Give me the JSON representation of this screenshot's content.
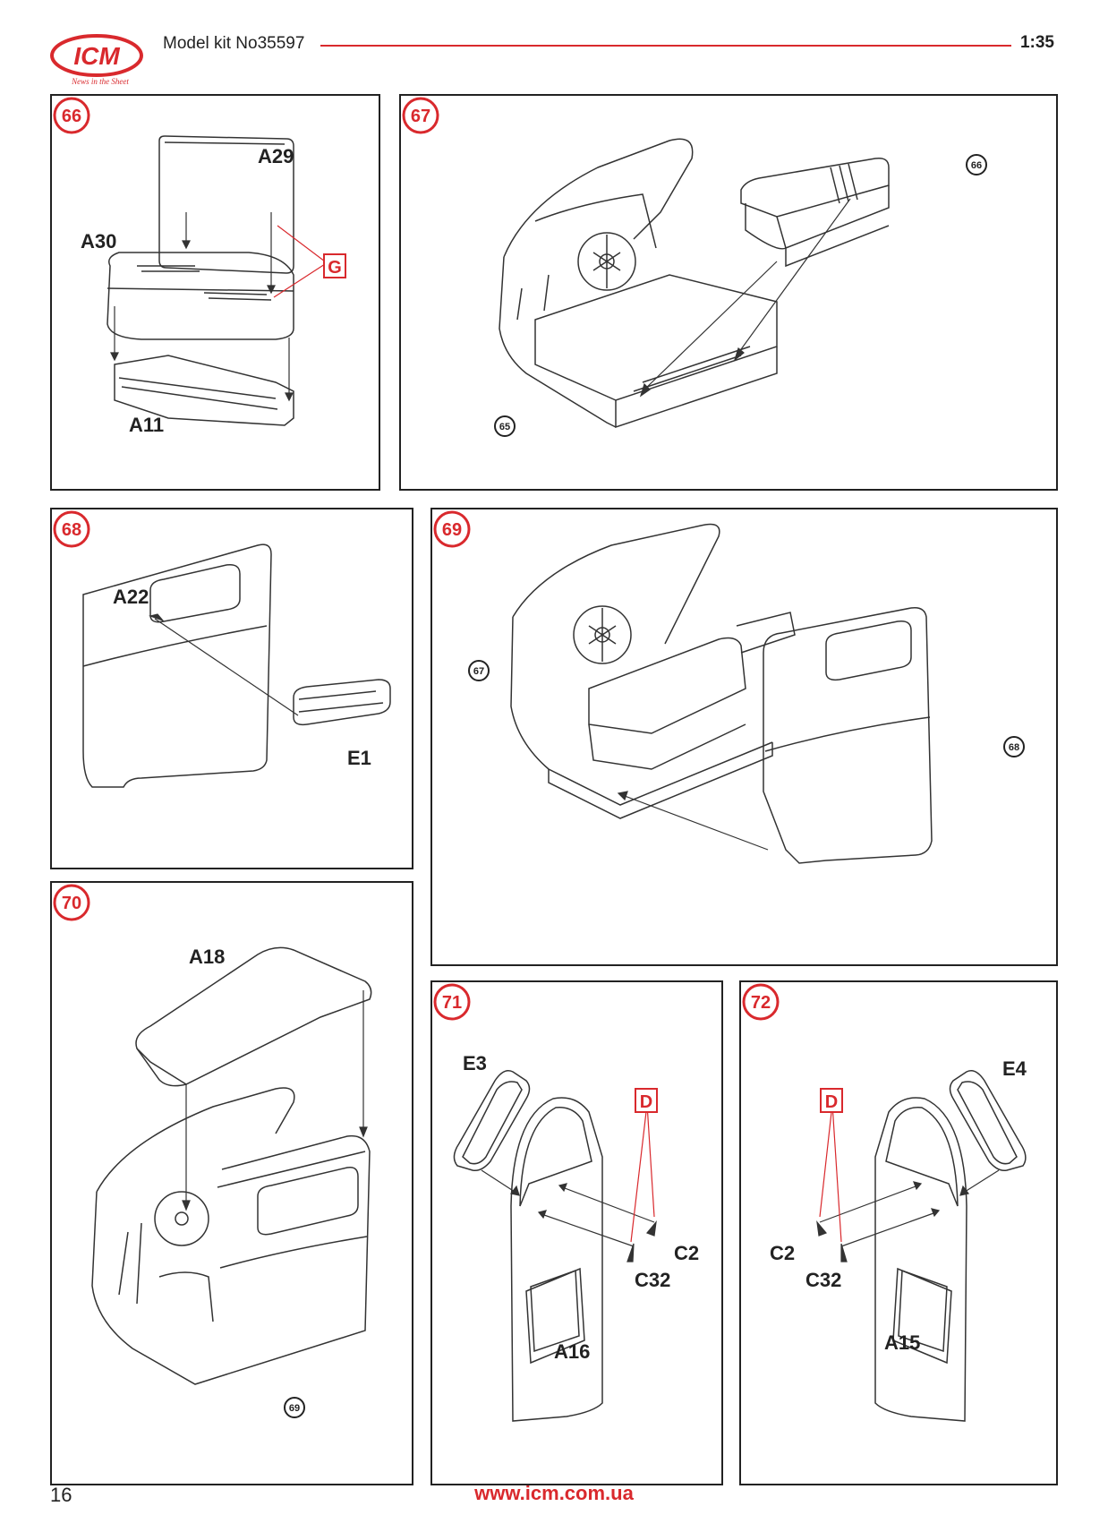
{
  "header": {
    "brand": "ICM",
    "slogan": "News in the Sheet",
    "title": "Model kit No35597",
    "scale": "1:35"
  },
  "colors": {
    "accent": "#d9292d",
    "line": "#222222"
  },
  "steps": [
    {
      "number": "66",
      "parts": [
        "A29",
        "A30",
        "A11"
      ],
      "paint": "G"
    },
    {
      "number": "67",
      "refs": [
        "66",
        "65"
      ]
    },
    {
      "number": "68",
      "parts": [
        "A22",
        "E1"
      ]
    },
    {
      "number": "69",
      "refs": [
        "67",
        "68"
      ]
    },
    {
      "number": "70",
      "parts": [
        "A18"
      ],
      "refs": [
        "69"
      ]
    },
    {
      "number": "71",
      "parts": [
        "E3",
        "C2",
        "C32",
        "A16"
      ],
      "paint": "D"
    },
    {
      "number": "72",
      "parts": [
        "E4",
        "C2",
        "C32",
        "A15"
      ],
      "paint": "D"
    }
  ],
  "footer": {
    "page": "16",
    "url": "www.icm.com.ua"
  }
}
